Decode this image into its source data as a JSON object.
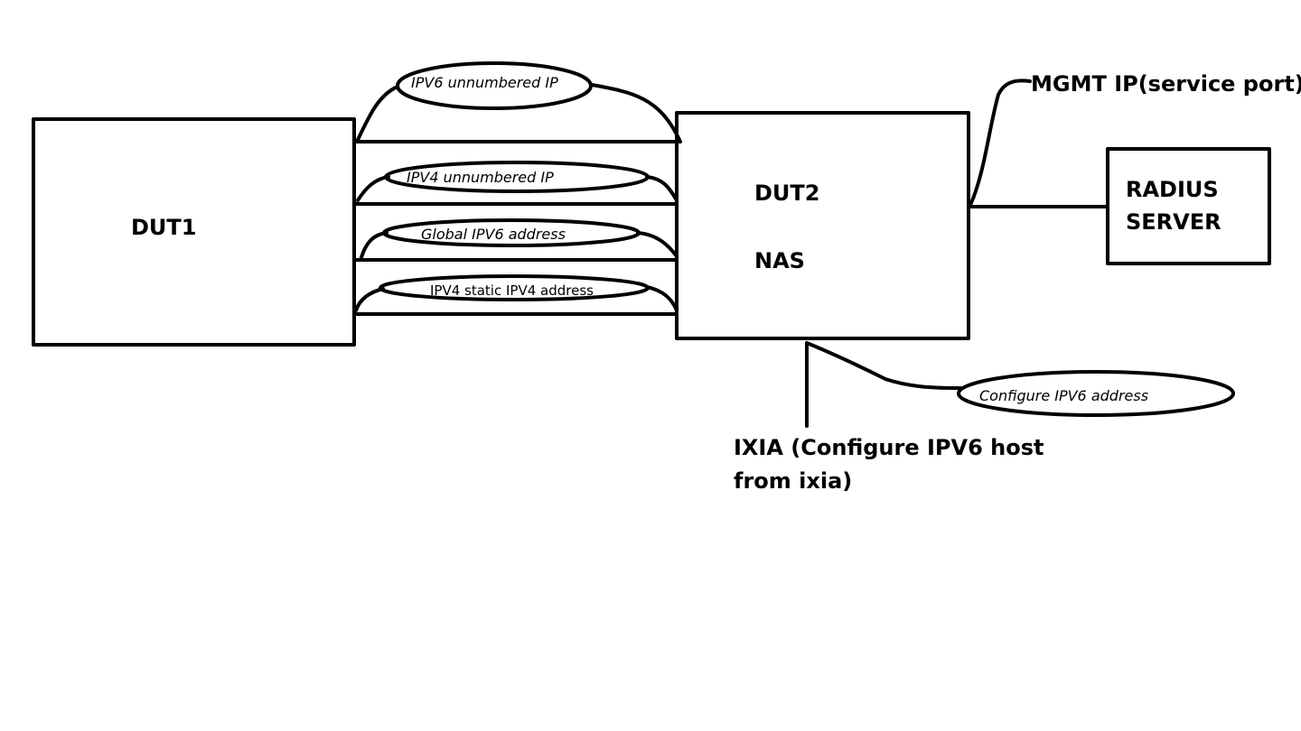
{
  "nodes": {
    "dut1": {
      "label": "DUT1"
    },
    "dut2": {
      "label_line1": "DUT2",
      "label_line2": "NAS"
    },
    "radius": {
      "label_line1": "RADIUS",
      "label_line2": "SERVER"
    }
  },
  "links": [
    {
      "label": "IPV6 unnumbered IP"
    },
    {
      "label": "IPV4 unnumbered IP"
    },
    {
      "label": "Global IPV6 address"
    },
    {
      "label": "IPV4 static IPV4 address"
    }
  ],
  "annotations": {
    "mgmt": "MGMT IP(service port)",
    "ixia_line1": "IXIA (Configure IPV6 host",
    "ixia_line2": "from ixia)",
    "ixia_config": "Configure IPV6 address"
  }
}
